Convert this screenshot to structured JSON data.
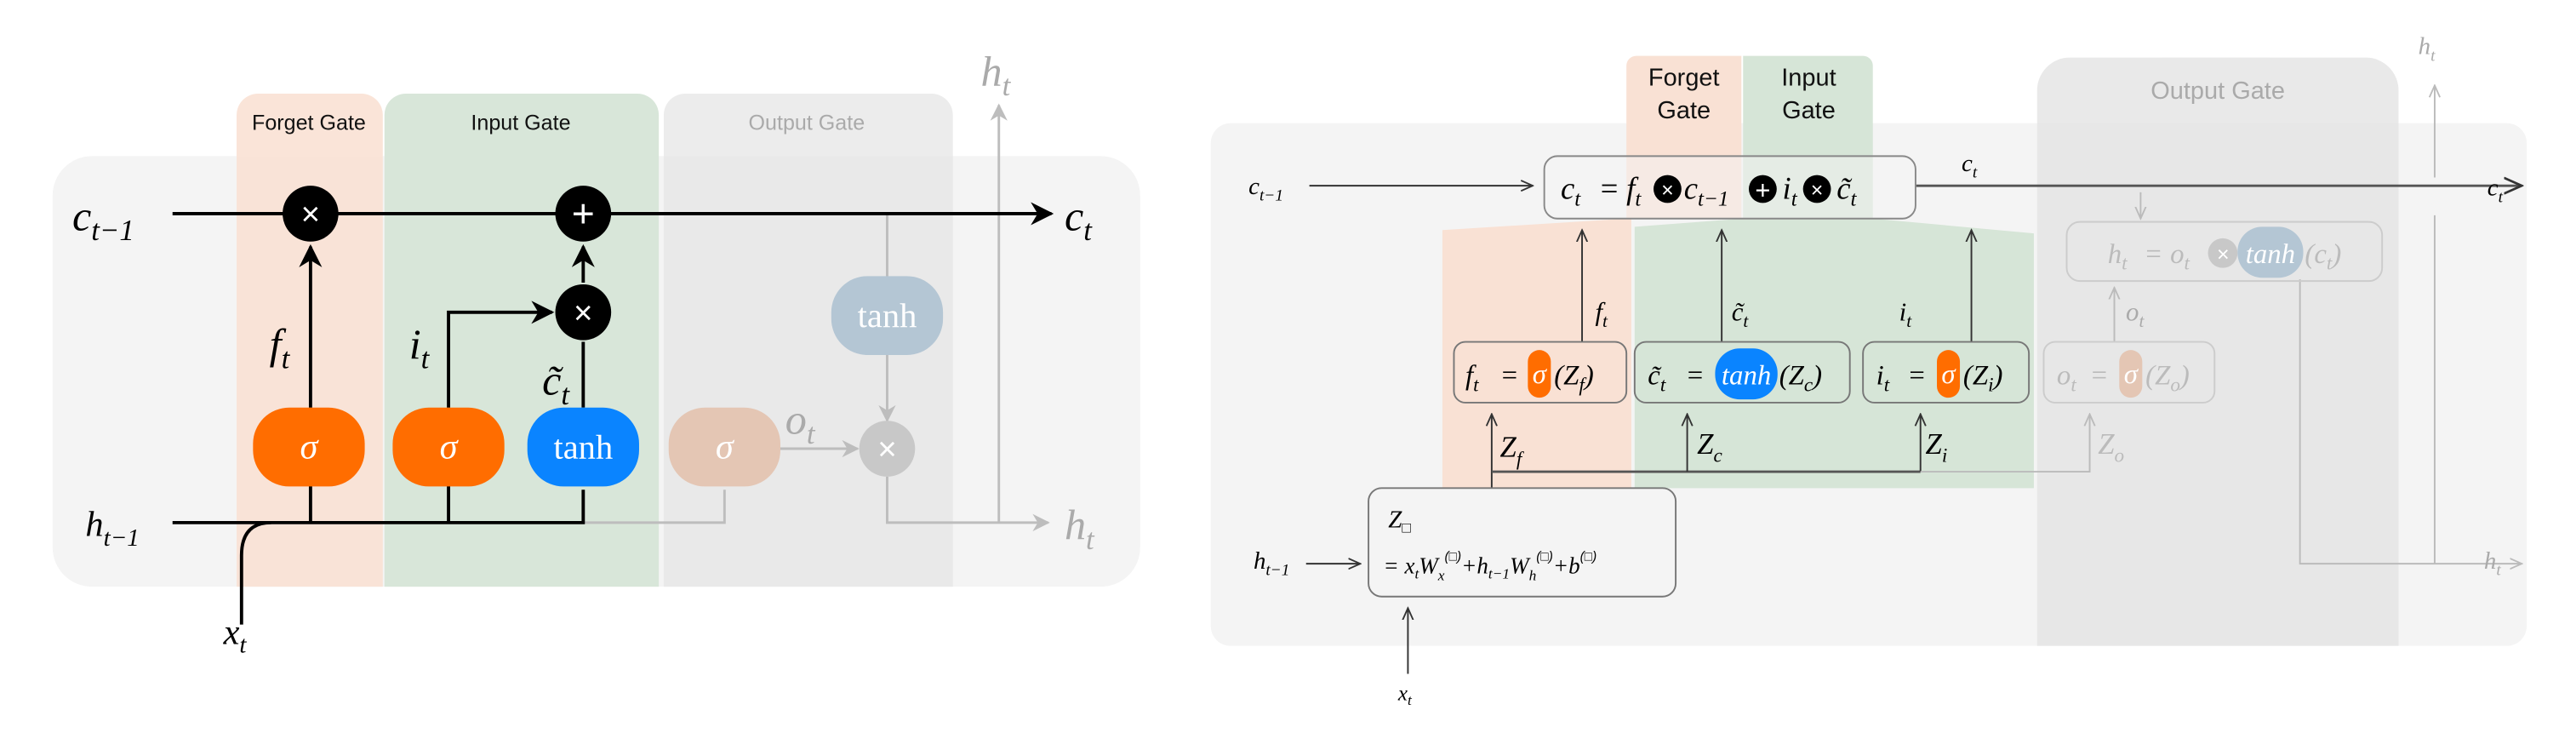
{
  "colors": {
    "sigma": "#ff6d00",
    "tanh": "#0a84ff",
    "forget_bg": "#f9e1d4",
    "input_bg": "#d6e5d7",
    "output_bg": "#e6e6e6",
    "panel_bg": "#f4f4f4",
    "faded": "#bdbdbd"
  },
  "left": {
    "gates": {
      "forget": "Forget Gate",
      "input": "Input Gate",
      "output": "Output Gate"
    },
    "ops": {
      "times": "×",
      "plus": "+"
    },
    "nodes": {
      "sigma": "σ",
      "tanh": "tanh"
    },
    "labels": {
      "c_prev": {
        "base": "c",
        "sub": "t−1"
      },
      "c_out": {
        "base": "c",
        "sub": "t"
      },
      "h_prev": {
        "base": "h",
        "sub": "t−1"
      },
      "h_out": {
        "base": "h",
        "sub": "t"
      },
      "h_up": {
        "base": "h",
        "sub": "t"
      },
      "x": {
        "base": "x",
        "sub": "t"
      },
      "f": {
        "base": "f",
        "sub": "t"
      },
      "i": {
        "base": "i",
        "sub": "t"
      },
      "c_tilde": {
        "base": "c̃",
        "sub": "t"
      },
      "o": {
        "base": "o",
        "sub": "t"
      }
    }
  },
  "right": {
    "gates": {
      "forget_1": "Forget",
      "forget_2": "Gate",
      "input_1": "Input",
      "input_2": "Gate",
      "output": "Output Gate"
    },
    "ops": {
      "times": "×",
      "plus": "+",
      "eq": "="
    },
    "nodes": {
      "sigma": "σ",
      "tanh": "tanh"
    },
    "labels": {
      "c_prev": {
        "base": "c",
        "sub": "t−1"
      },
      "c_mid": {
        "base": "c",
        "sub": "t"
      },
      "c_out": {
        "base": "c",
        "sub": "t"
      },
      "h_prev": {
        "base": "h",
        "sub": "t−1"
      },
      "h_out": {
        "base": "h",
        "sub": "t"
      },
      "h_up": {
        "base": "h",
        "sub": "t"
      },
      "x": {
        "base": "x",
        "sub": "t"
      },
      "f": {
        "base": "f",
        "sub": "t"
      },
      "c_tilde": {
        "base": "c̃",
        "sub": "t"
      },
      "i": {
        "base": "i",
        "sub": "t"
      },
      "o": {
        "base": "o",
        "sub": "t"
      },
      "zf": {
        "base": "Z",
        "sub": "f"
      },
      "zc": {
        "base": "Z",
        "sub": "c"
      },
      "zi": {
        "base": "Z",
        "sub": "i"
      },
      "zo": {
        "base": "Z",
        "sub": "o"
      }
    },
    "z_box": {
      "line1": {
        "base": "Z",
        "sub": "□"
      },
      "line2": "= x",
      "t": "t",
      "W": "W",
      "x_sub": "x",
      "h_sub": "h",
      "box_sup": "(□)",
      "plus_h": "+h",
      "t_minus_1": "t−1",
      "plus_b": "+b"
    },
    "cell_eq": {
      "c": "c",
      "t": "t",
      "f": "f",
      "c_prev_sub": "t−1",
      "i": "i",
      "c_tilde": "c̃"
    },
    "f_eq": {
      "lhs": "f",
      "arg": "(Z",
      "arg_sub": "f"
    },
    "c_eq": {
      "lhs": "c̃",
      "arg": "(Z",
      "arg_sub": "c"
    },
    "i_eq": {
      "lhs": "i",
      "arg": "(Z",
      "arg_sub": "i"
    },
    "o_eq": {
      "lhs": "o",
      "arg": "(Z",
      "arg_sub": "o"
    },
    "h_eq": {
      "lhs": "h",
      "o": "o",
      "arg": "(c",
      "arg_sub": "t"
    },
    "close": ")",
    "sub_t": "t"
  }
}
